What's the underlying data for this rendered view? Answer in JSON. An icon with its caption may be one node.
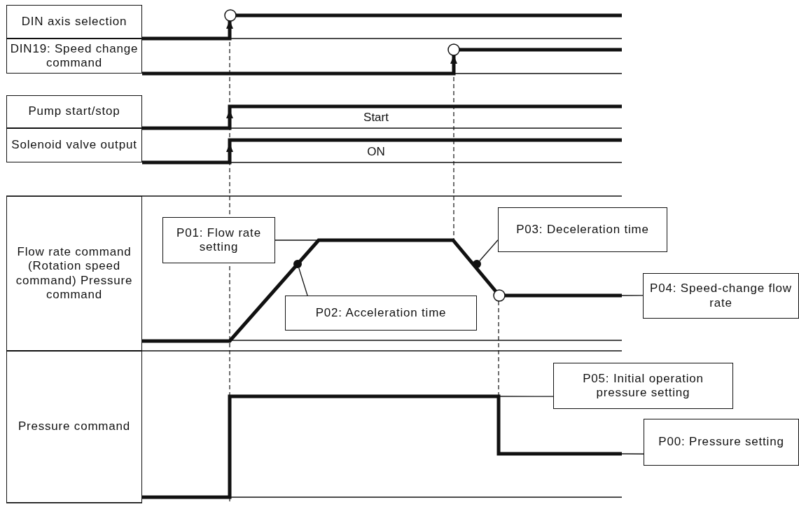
{
  "diagram": {
    "nodes": [
      {
        "text": [
          "DIN axis selection"
        ]
      },
      {
        "text": [
          "DIN19: Speed change command"
        ]
      },
      {
        "text": [
          "Pump start/stop"
        ]
      },
      {
        "text": [
          "Solenoid valve output"
        ]
      },
      {
        "text": [
          "Flow rate command (Rotation speed command) Pressure command"
        ]
      },
      {
        "text": [
          "Pressure command"
        ]
      },
      {
        "text": [
          "P01: Flow rate setting"
        ]
      },
      {
        "text": [
          "P02: Acceleration time"
        ]
      },
      {
        "text": [
          "P03: Deceleration time"
        ]
      },
      {
        "text": [
          "P04: Speed-change flow rate"
        ]
      },
      {
        "text": [
          "P05: Initial operation pressure setting"
        ]
      },
      {
        "text": [
          "P00: Pressure setting"
        ]
      },
      {
        "text": [],
        "shape": "circle"
      },
      {
        "text": [],
        "shape": "circle"
      }
    ],
    "edges": [
      {
        "from": 6,
        "to": null,
        "arrow": "none"
      },
      {
        "from": 7,
        "to": 12,
        "arrow": "none"
      },
      {
        "from": 8,
        "to": 13,
        "arrow": "none"
      },
      {
        "from": 9,
        "to": null,
        "arrow": "none"
      },
      {
        "from": 10,
        "to": null,
        "arrow": "none"
      },
      {
        "from": 11,
        "to": null,
        "arrow": "none"
      }
    ],
    "labels": [
      "Start",
      "ON"
    ]
  }
}
